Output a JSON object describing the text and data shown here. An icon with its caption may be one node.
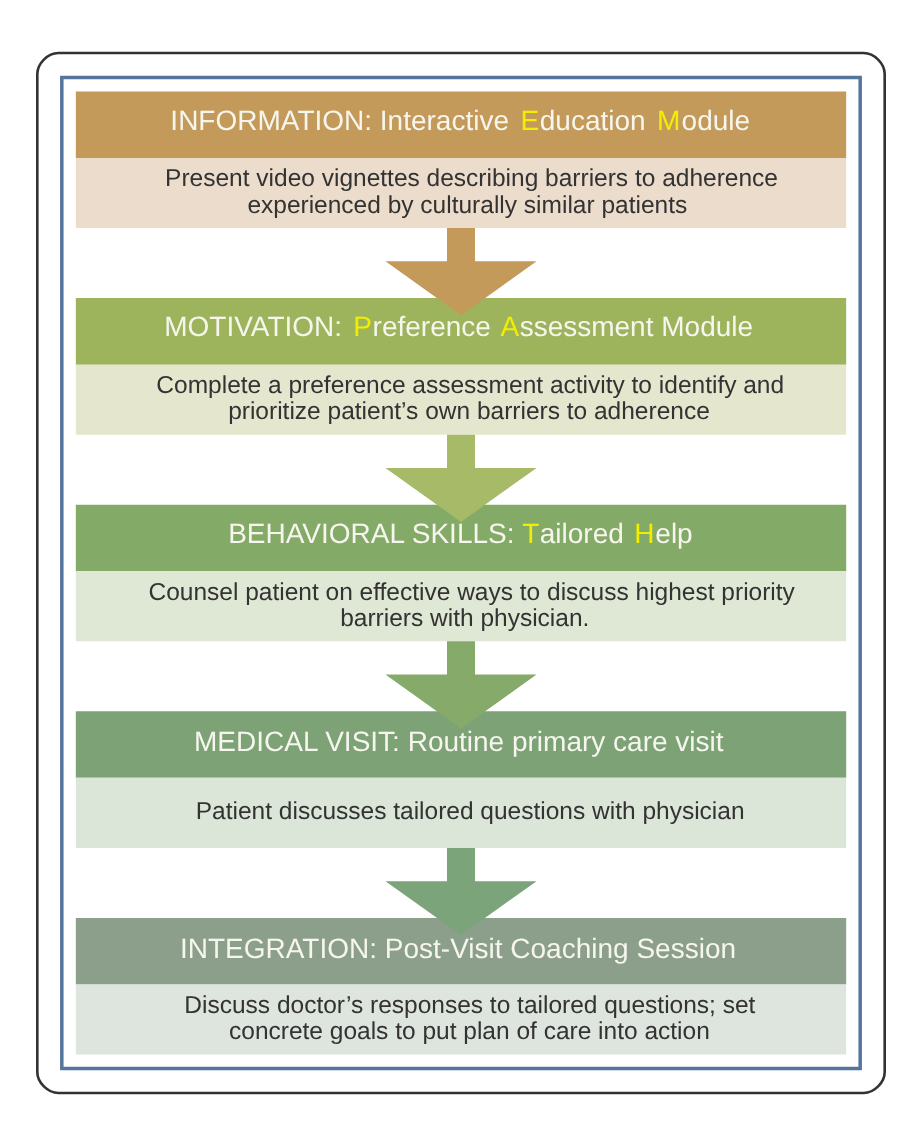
{
  "diagram": {
    "nodes": [
      {
        "text": [],
        "shape": "box"
      },
      {
        "text": [],
        "shape": "box",
        "in": 0
      },
      {
        "text": [
          "INFORMATION: Interactive **E**ducation **M**odule",
          "Present video vignettes describing barriers to adherence experienced by culturally similar patients"
        ],
        "in": 1
      },
      {
        "text": [
          "MOTIVATION: **P**reference **A**ssessment Module",
          "Complete a preference assessment activity to identify and prioritize patient’s own barriers to adherence"
        ],
        "in": 1
      },
      {
        "text": [
          "BEHAVIORAL SKILLS: **T**ailored **H**elp",
          "Counsel patient on effective ways to discuss highest priority barriers with physician."
        ],
        "in": 1
      },
      {
        "text": [
          "MEDICAL VISIT: Routine primary care visit",
          "Patient discusses tailored questions with physician"
        ],
        "in": 1
      },
      {
        "text": [
          "INTEGRATION: Post-Visit Coaching Session",
          "Discuss doctor’s responses to tailored questions; set concrete goals to put plan of care into action"
        ],
        "in": 1
      }
    ],
    "edges": [
      {
        "from": 2,
        "to": 3,
        "arrow": "to",
        "color": "#c49a5a"
      },
      {
        "from": 3,
        "to": 4,
        "arrow": "to",
        "color": "#a6ba68"
      },
      {
        "from": 4,
        "to": 5,
        "arrow": "to",
        "color": "#86aa6a"
      },
      {
        "from": 5,
        "to": 6,
        "arrow": "to",
        "color": "#7ca47a"
      }
    ]
  }
}
